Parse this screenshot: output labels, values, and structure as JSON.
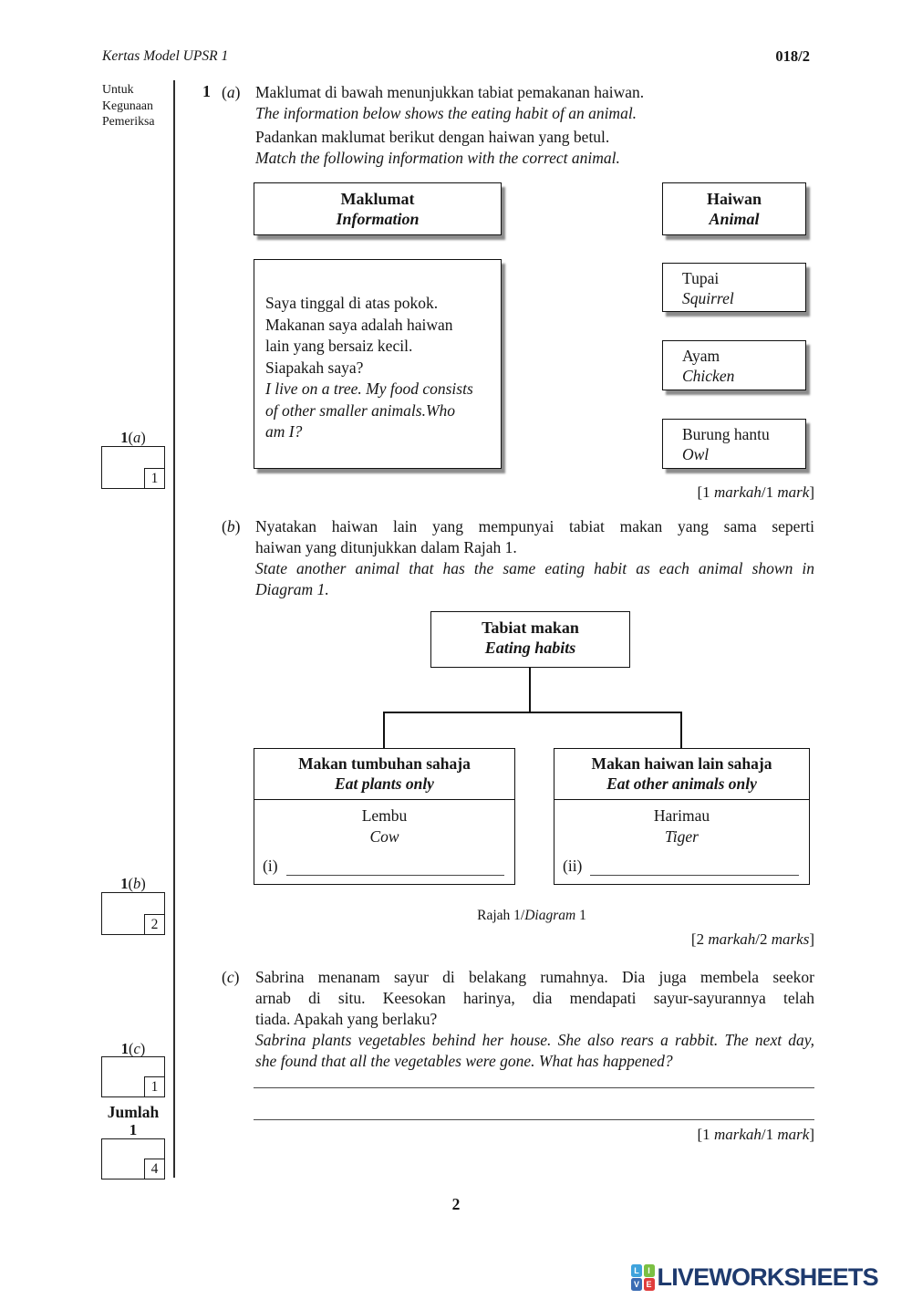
{
  "punct": {
    "open": "(",
    "close": ")"
  },
  "header": {
    "booklet": "Kertas Model UPSR 1",
    "paper_code": "018/2"
  },
  "examiner_column": {
    "note_lines": [
      "Untuk",
      "Kegunaan",
      "Pemeriksa"
    ],
    "boxes": [
      {
        "q": "1",
        "part": "a",
        "max_mark": "1"
      },
      {
        "q": "1",
        "part": "b",
        "max_mark": "2"
      },
      {
        "q": "1",
        "part": "c",
        "max_mark": "1"
      }
    ],
    "total_label": "Jumlah",
    "total_question": "1",
    "total_mark": "4"
  },
  "question": {
    "number": "1",
    "part_a": {
      "label": "a",
      "intro_ms": "Maklumat di bawah menunjukkan tabiat pemakanan haiwan.",
      "intro_en": "The information below shows the eating habit of an animal.",
      "task_ms": "Padankan maklumat berikut dengan haiwan yang betul.",
      "task_en": "Match the following information with the correct animal.",
      "col_left": {
        "title_ms": "Maklumat",
        "title_en": "Information"
      },
      "col_right": {
        "title_ms": "Haiwan",
        "title_en": "Animal"
      },
      "clue_ms_lines": [
        "Saya tinggal di atas pokok.",
        "Makanan saya adalah haiwan",
        "lain yang bersaiz kecil.",
        "Siapakah saya?"
      ],
      "clue_en_lines": [
        "I live on a tree. My food consists",
        "of other smaller animals.Who",
        "am I?"
      ],
      "options": [
        {
          "ms": "Tupai",
          "en": "Squirrel"
        },
        {
          "ms": "Ayam",
          "en": "Chicken"
        },
        {
          "ms": "Burung hantu",
          "en": "Owl"
        }
      ],
      "marks": {
        "pre": "[1 ",
        "ms": "markah",
        "mid": "/1 ",
        "en": "mark",
        "post": "]"
      }
    },
    "part_b": {
      "label": "b",
      "task_ms_lines": [
        "Nyatakan haiwan lain yang mempunyai tabiat makan yang sama seperti",
        "haiwan yang ditunjukkan dalam Rajah 1."
      ],
      "task_en_lines": [
        "State another animal that has the same eating habit as each animal shown in",
        "Diagram 1."
      ],
      "diagram": {
        "root": {
          "ms": "Tabiat makan",
          "en": "Eating habits"
        },
        "left": {
          "title_ms": "Makan tumbuhan sahaja",
          "title_en": "Eat plants only",
          "example_ms": "Lembu",
          "example_en": "Cow",
          "blank_label": "(i)"
        },
        "right": {
          "title_ms": "Makan haiwan lain sahaja",
          "title_en": "Eat other animals only",
          "example_ms": "Harimau",
          "example_en": "Tiger",
          "blank_label": "(ii)"
        },
        "caption": {
          "pre": "Rajah 1/",
          "it": "Diagram",
          "post": " 1"
        }
      },
      "marks": {
        "pre": "[2 ",
        "ms": "markah",
        "mid": "/2 ",
        "en": "marks",
        "post": "]"
      }
    },
    "part_c": {
      "label": "c",
      "task_ms_lines": [
        "Sabrina menanam sayur di belakang rumahnya. Dia juga membela seekor",
        "arnab di situ. Keesokan harinya, dia mendapati sayur-sayurannya telah",
        "tiada. Apakah yang berlaku?"
      ],
      "task_en_lines": [
        "Sabrina plants vegetables behind her house. She also rears a rabbit. The next day,",
        "she found that all the vegetables were gone. What has happened?"
      ],
      "marks": {
        "pre": "[1 ",
        "ms": "markah",
        "mid": "/1 ",
        "en": "mark",
        "post": "]"
      }
    }
  },
  "footer": {
    "page_number": "2",
    "logo": {
      "tiles": [
        {
          "letter": "L",
          "color": "#3fa3dc"
        },
        {
          "letter": "I",
          "color": "#7bc043"
        },
        {
          "letter": "V",
          "color": "#3b6cb4"
        },
        {
          "letter": "E",
          "color": "#e03c3c"
        }
      ],
      "wordmark": "LIVEWORKSHEETS",
      "wordmark_color": "#1e3a6e"
    }
  }
}
